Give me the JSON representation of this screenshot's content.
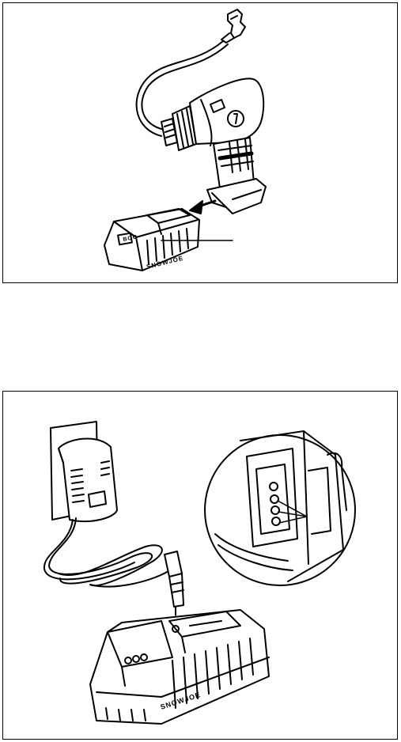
{
  "figure_top": {
    "battery_brand": "SNOWJOE",
    "battery_label": "BOO"
  },
  "figure_bottom": {
    "battery_brand": "SNOWJOE"
  },
  "colors": {
    "line": "#000000",
    "background": "#ffffff"
  },
  "icons": [
    "inflator-icon",
    "battery-icon",
    "charger-icon",
    "arrow-icon",
    "magnifier-icon"
  ]
}
